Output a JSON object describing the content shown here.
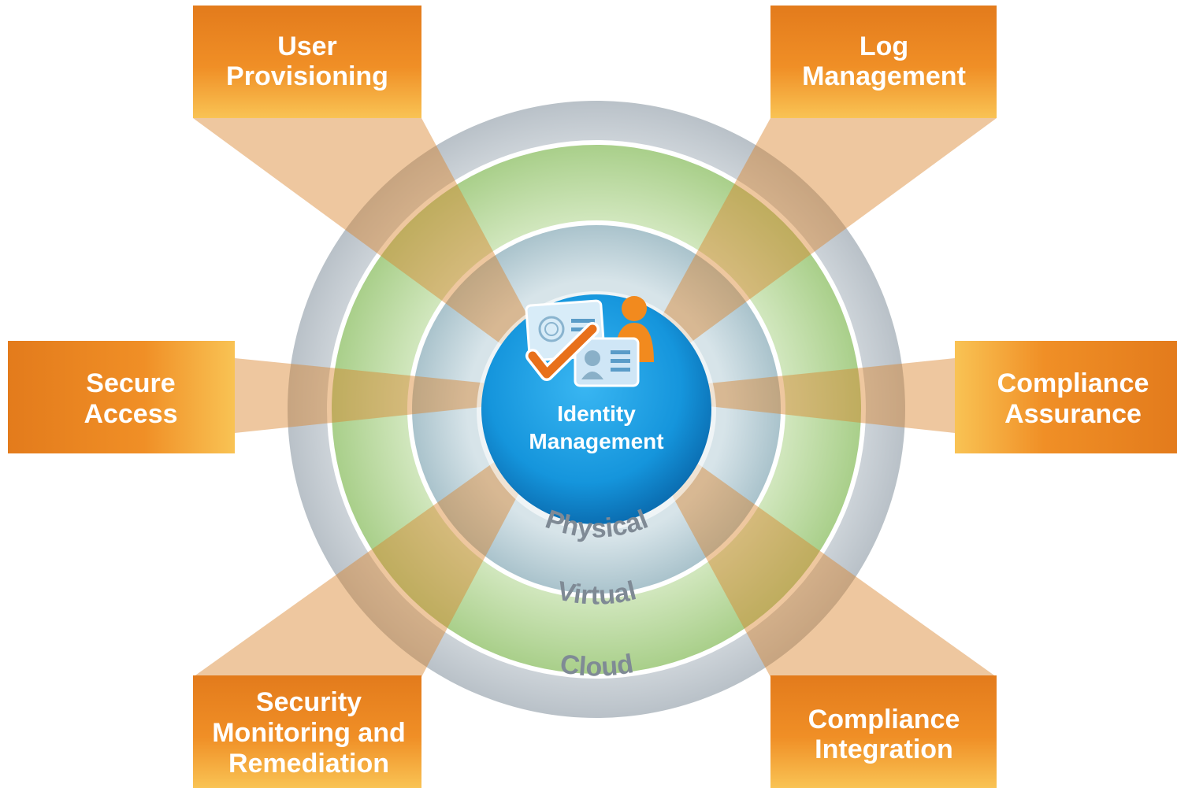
{
  "center": {
    "title_line1": "Identity",
    "title_line2": "Management",
    "icon": "identity-badge-check-icon"
  },
  "rings": {
    "inner": "Physical",
    "middle": "Virtual",
    "outer": "Cloud"
  },
  "tiles": {
    "user_provisioning": [
      "User",
      "Provisioning"
    ],
    "log_management": [
      "Log",
      "Management"
    ],
    "secure_access": [
      "Secure",
      "Access"
    ],
    "compliance_assurance": [
      "Compliance",
      "Assurance"
    ],
    "security_monitoring": [
      "Security",
      "Monitoring and",
      "Remediation"
    ],
    "compliance_integration": [
      "Compliance",
      "Integration"
    ]
  },
  "colors": {
    "tile_orange": "#e8841f",
    "tile_light": "#f7c35a",
    "outer_ring": "#c9d0d6",
    "middle_ring": "#b5d59a",
    "inner_ring": "#bfd3da",
    "center_blue": "#1a9be0",
    "ring_label": "#7e8892"
  }
}
